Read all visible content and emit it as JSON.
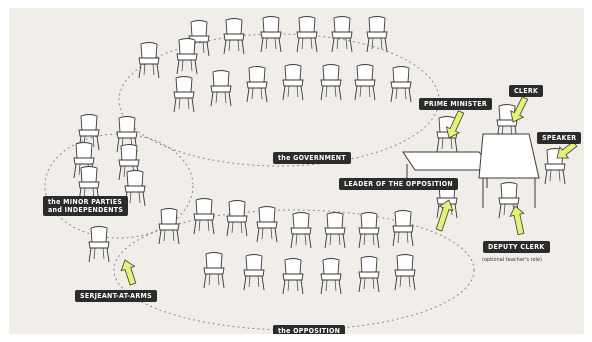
{
  "labels": {
    "prime_minister": "PRIME MINISTER",
    "clerk": "CLERK",
    "speaker": "SPEAKER",
    "government": "the GOVERNMENT",
    "minor_parties_line1": "the MINOR PARTIES",
    "minor_parties_line2": "and INDEPENDENTS",
    "leader_opposition": "LEADER OF THE OPPOSITION",
    "deputy_clerk": "DEPUTY CLERK",
    "deputy_clerk_note": "(optional teacher's role)",
    "serjeant": "SERJEANT-AT-ARMS",
    "opposition": "the OPPOSITION"
  },
  "colors": {
    "background": "#f1eeea",
    "label_bg": "#2b2b2b",
    "arrow": "#e8f078",
    "chair": "#ffffff",
    "outline": "#3a3a3a"
  }
}
